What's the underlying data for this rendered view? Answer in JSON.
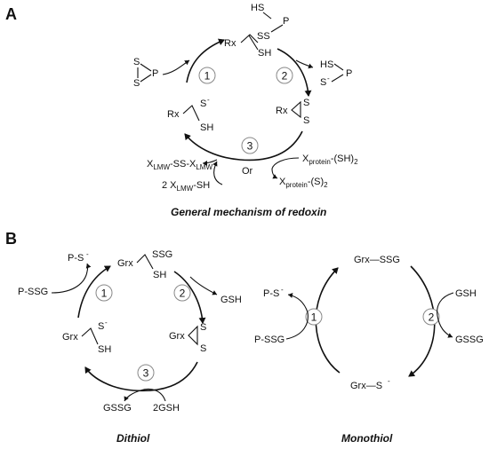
{
  "panel_a": {
    "label": "A",
    "caption": "General mechanism of redoxin",
    "step_numbers": [
      "1",
      "2",
      "3"
    ],
    "rx": "Rx",
    "sh": "SH",
    "ss": "SS",
    "s": "S",
    "s_minus": "S",
    "charge": "-",
    "p": "P",
    "hs": "HS",
    "or": "Or",
    "xlmw_ss_x": "X",
    "lmw": "LMW",
    "ss_dash_x": "-SS-X",
    "two_x": "2 X",
    "dash_sh": "-SH",
    "x_protein": "X",
    "protein": "protein",
    "sh2": "-(SH)",
    "s2": "-(S)",
    "two": "2"
  },
  "panel_b": {
    "label": "B",
    "dithiol": {
      "caption": "Dithiol",
      "step_numbers": [
        "1",
        "2",
        "3"
      ],
      "grx": "Grx",
      "ssg": "SSG",
      "sh": "SH",
      "s": "S",
      "charge": "-",
      "ps": "P-S",
      "pssg": "P-SSG",
      "gsh": "GSH",
      "gssg": "GSSG",
      "two_gsh": "2GSH"
    },
    "monothiol": {
      "caption": "Monothiol",
      "step_numbers": [
        "1",
        "2"
      ],
      "grx_ssg": "Grx—SSG",
      "grx_s": "Grx—S",
      "charge": "-",
      "ps": "P-S",
      "pssg": "P-SSG",
      "gsh": "GSH",
      "gssg": "GSSG"
    }
  },
  "colors": {
    "ink": "#111111",
    "circle_border": "#888888"
  }
}
